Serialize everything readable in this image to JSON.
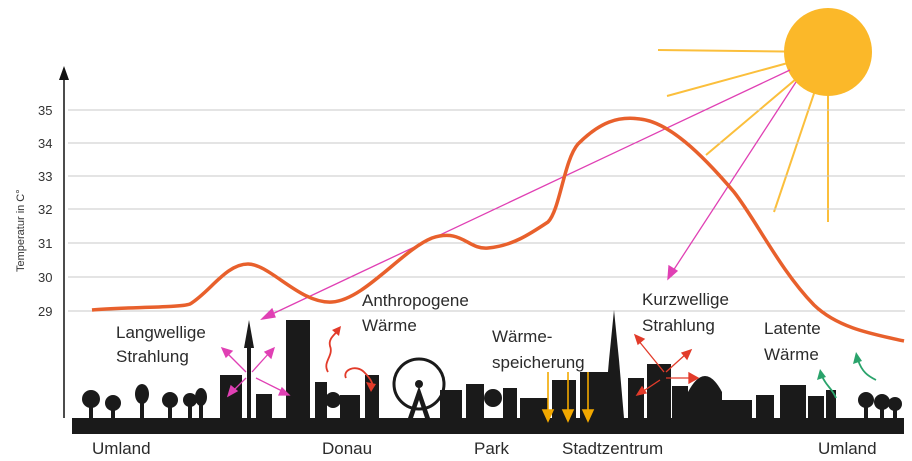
{
  "y_axis": {
    "label": "Temperatur in C°",
    "ticks": [
      "35",
      "34",
      "33",
      "32",
      "31",
      "30",
      "29"
    ]
  },
  "annotations": {
    "langwellige_1": "Langwellige",
    "langwellige_2": "Strahlung",
    "anthropogene_1": "Anthropogene",
    "anthropogene_2": "Wärme",
    "waerme_1": "Wärme-",
    "waerme_2": "speicherung",
    "kurzwellige_1": "Kurzwellige",
    "kurzwellige_2": "Strahlung",
    "latente_1": "Latente",
    "latente_2": "Wärme"
  },
  "locations": [
    "Umland",
    "Donau",
    "Park",
    "Stadtzentrum",
    "Umland"
  ],
  "colors": {
    "curve": "#e8602c",
    "sun": "#fbb829",
    "sun_rays": "#fbbf3c",
    "radiation": "#e040b4",
    "anthropogenic": "#e23b2a",
    "storage": "#f2a800",
    "latent": "#2aa36b",
    "skyline": "#1a1a1a"
  }
}
